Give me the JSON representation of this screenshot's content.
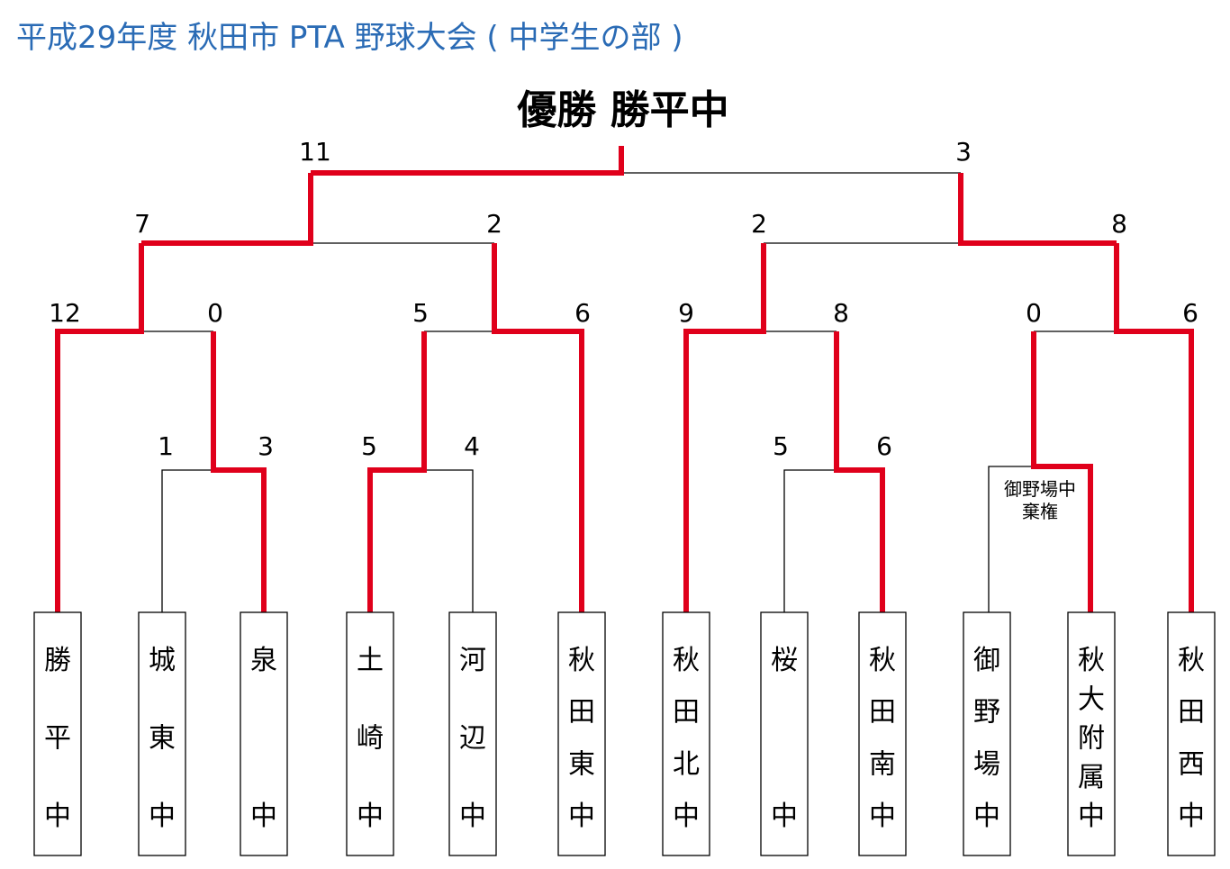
{
  "title": "平成29年度 秋田市 PTA 野球大会 ( 中学生の部 )",
  "champion": "優勝  勝平中",
  "colors": {
    "title": "#2a6bb5",
    "winner_line": "#e0001b",
    "line": "#000000"
  },
  "teams": [
    {
      "name": "勝平中",
      "display": [
        "勝",
        "平",
        "中"
      ]
    },
    {
      "name": "城東中",
      "display": [
        "城",
        "東",
        "中"
      ]
    },
    {
      "name": "泉中",
      "display": [
        "泉",
        "",
        "中"
      ]
    },
    {
      "name": "土崎中",
      "display": [
        "土",
        "崎",
        "中"
      ]
    },
    {
      "name": "河辺中",
      "display": [
        "河",
        "辺",
        "中"
      ]
    },
    {
      "name": "秋田東中",
      "display": [
        "秋",
        "田",
        "東",
        "中"
      ]
    },
    {
      "name": "秋田北中",
      "display": [
        "秋",
        "田",
        "北",
        "中"
      ]
    },
    {
      "name": "桜中",
      "display": [
        "桜",
        "",
        "中"
      ]
    },
    {
      "name": "秋田南中",
      "display": [
        "秋",
        "田",
        "南",
        "中"
      ]
    },
    {
      "name": "御野場中",
      "display": [
        "御",
        "野",
        "場",
        "中"
      ]
    },
    {
      "name": "秋大附属中",
      "display": [
        "秋",
        "大",
        "附",
        "属",
        "中"
      ]
    },
    {
      "name": "秋田西中",
      "display": [
        "秋",
        "田",
        "西",
        "中"
      ]
    }
  ],
  "matches": {
    "r1": [
      {
        "teams": [
          "城東中",
          "泉中"
        ],
        "scores": [
          "1",
          "3"
        ],
        "winner": "泉中"
      },
      {
        "teams": [
          "土崎中",
          "河辺中"
        ],
        "scores": [
          "5",
          "4"
        ],
        "winner": "土崎中"
      },
      {
        "teams": [
          "桜中",
          "秋田南中"
        ],
        "scores": [
          "5",
          "6"
        ],
        "winner": "秋田南中"
      },
      {
        "teams": [
          "御野場中",
          "秋大附属中"
        ],
        "scores": [
          "",
          ""
        ],
        "winner": "秋大附属中",
        "note": "御野場中\n棄権"
      }
    ],
    "r2": [
      {
        "teams": [
          "勝平中",
          "泉中"
        ],
        "scores": [
          "12",
          "0"
        ],
        "winner": "勝平中"
      },
      {
        "teams": [
          "土崎中",
          "秋田東中"
        ],
        "scores": [
          "5",
          "6"
        ],
        "winner": "秋田東中"
      },
      {
        "teams": [
          "秋田北中",
          "秋田南中"
        ],
        "scores": [
          "9",
          "8"
        ],
        "winner": "秋田北中"
      },
      {
        "teams": [
          "秋大附属中",
          "秋田西中"
        ],
        "scores": [
          "0",
          "6"
        ],
        "winner": "秋田西中"
      }
    ],
    "semi": [
      {
        "teams": [
          "勝平中",
          "秋田東中"
        ],
        "scores": [
          "7",
          "2"
        ],
        "winner": "勝平中"
      },
      {
        "teams": [
          "秋田北中",
          "秋田西中"
        ],
        "scores": [
          "2",
          "8"
        ],
        "winner": "秋田西中"
      }
    ],
    "final": {
      "teams": [
        "勝平中",
        "秋田西中"
      ],
      "scores": [
        "11",
        "3"
      ],
      "winner": "勝平中"
    }
  }
}
